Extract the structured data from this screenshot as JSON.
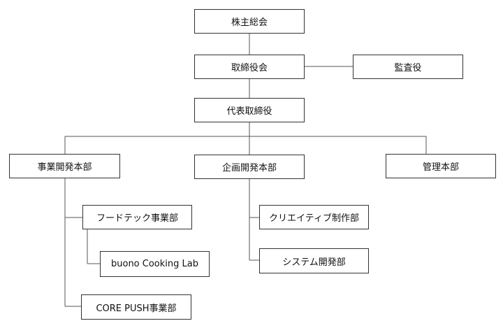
{
  "org_chart": {
    "shareholders_meeting": "株主総会",
    "board_of_directors": "取締役会",
    "auditor": "監査役",
    "ceo": "代表取締役",
    "divisions": {
      "business_development": {
        "label": "事業開発本部",
        "departments": {
          "foodtech": "フードテック事業部",
          "buono_cooking_lab": "buono Cooking Lab",
          "core_push": "CORE PUSH事業部"
        }
      },
      "planning_development": {
        "label": "企画開発本部",
        "departments": {
          "creative_production": "クリエイティブ制作部",
          "system_development": "システム開発部"
        }
      },
      "administration": {
        "label": "管理本部"
      }
    }
  },
  "colors": {
    "line": "#333333",
    "box_border": "#333333",
    "background": "#ffffff"
  }
}
